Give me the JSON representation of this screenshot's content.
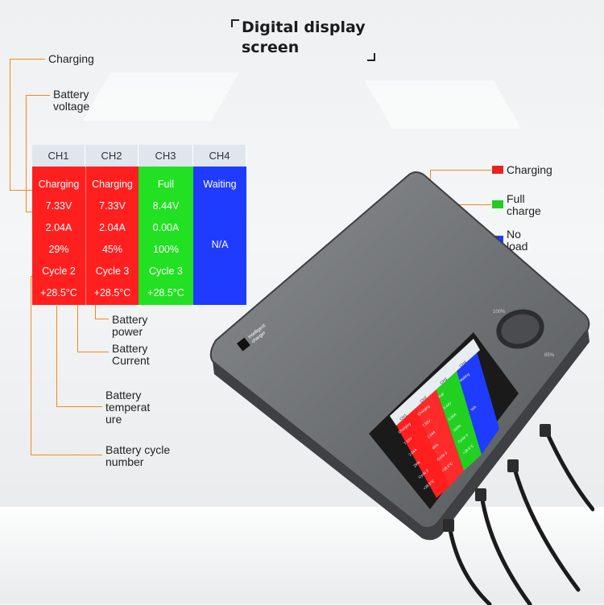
{
  "header": {
    "title_line1": "Digital display",
    "title_line2": "screen"
  },
  "left_labels": {
    "charging": "Charging",
    "battery_voltage_1": "Battery",
    "battery_voltage_2": "voltage",
    "battery_power_1": "Battery",
    "battery_power_2": "power",
    "battery_current_1": "Battery",
    "battery_current_2": "Current",
    "battery_temp_1": "Battery",
    "battery_temp_2": "temperat",
    "battery_temp_3": "ure",
    "battery_cycle_1": "Battery cycle",
    "battery_cycle_2": "number"
  },
  "table": {
    "columns": [
      {
        "header": "CH1",
        "color": "#ff1f1f",
        "cells": [
          "Charging",
          "7.33V",
          "2.04A",
          "29%",
          "Cycle 2",
          "+28.5°C"
        ]
      },
      {
        "header": "CH2",
        "color": "#ff1f1f",
        "cells": [
          "Charging",
          "7.33V",
          "2.04A",
          "45%",
          "Cycle 3",
          "+28.5°C"
        ]
      },
      {
        "header": "CH3",
        "color": "#22e022",
        "cells": [
          "Full",
          "8.44V",
          "0.00A",
          "100%",
          "Cycle 3",
          "+28.5°C"
        ]
      },
      {
        "header": "CH4",
        "color": "#1f3bff",
        "cells": [
          "Waiting",
          "N/A"
        ]
      }
    ]
  },
  "legend": {
    "charging": {
      "label": "Charging",
      "color": "#e8231b"
    },
    "full_1": "Full",
    "full_2": "charge",
    "full_color": "#22cc22",
    "noload_1": "No",
    "noload_2": "load",
    "noload_color": "#1f3bff"
  },
  "device": {
    "brand_1": "Intelligent",
    "brand_2": "charger",
    "dial_top": "100%",
    "dial_bottom": "85%",
    "screen_headers": [
      "CH1",
      "CH2",
      "CH3",
      "CH4"
    ],
    "screen_ch1": [
      "Charging",
      "7.33V",
      "2.04A",
      "29%",
      "Cycle 2",
      "+28.5°C"
    ],
    "screen_ch2": [
      "Charging",
      "7.33V",
      "2.04A",
      "45%",
      "Cycle 3",
      "+28.5°C"
    ],
    "screen_ch3": [
      "Full",
      "8.44V",
      "0.00A",
      "100%",
      "Cycle 3",
      "+28.5°C"
    ],
    "screen_ch4": [
      "Waiting",
      "N/A"
    ]
  }
}
